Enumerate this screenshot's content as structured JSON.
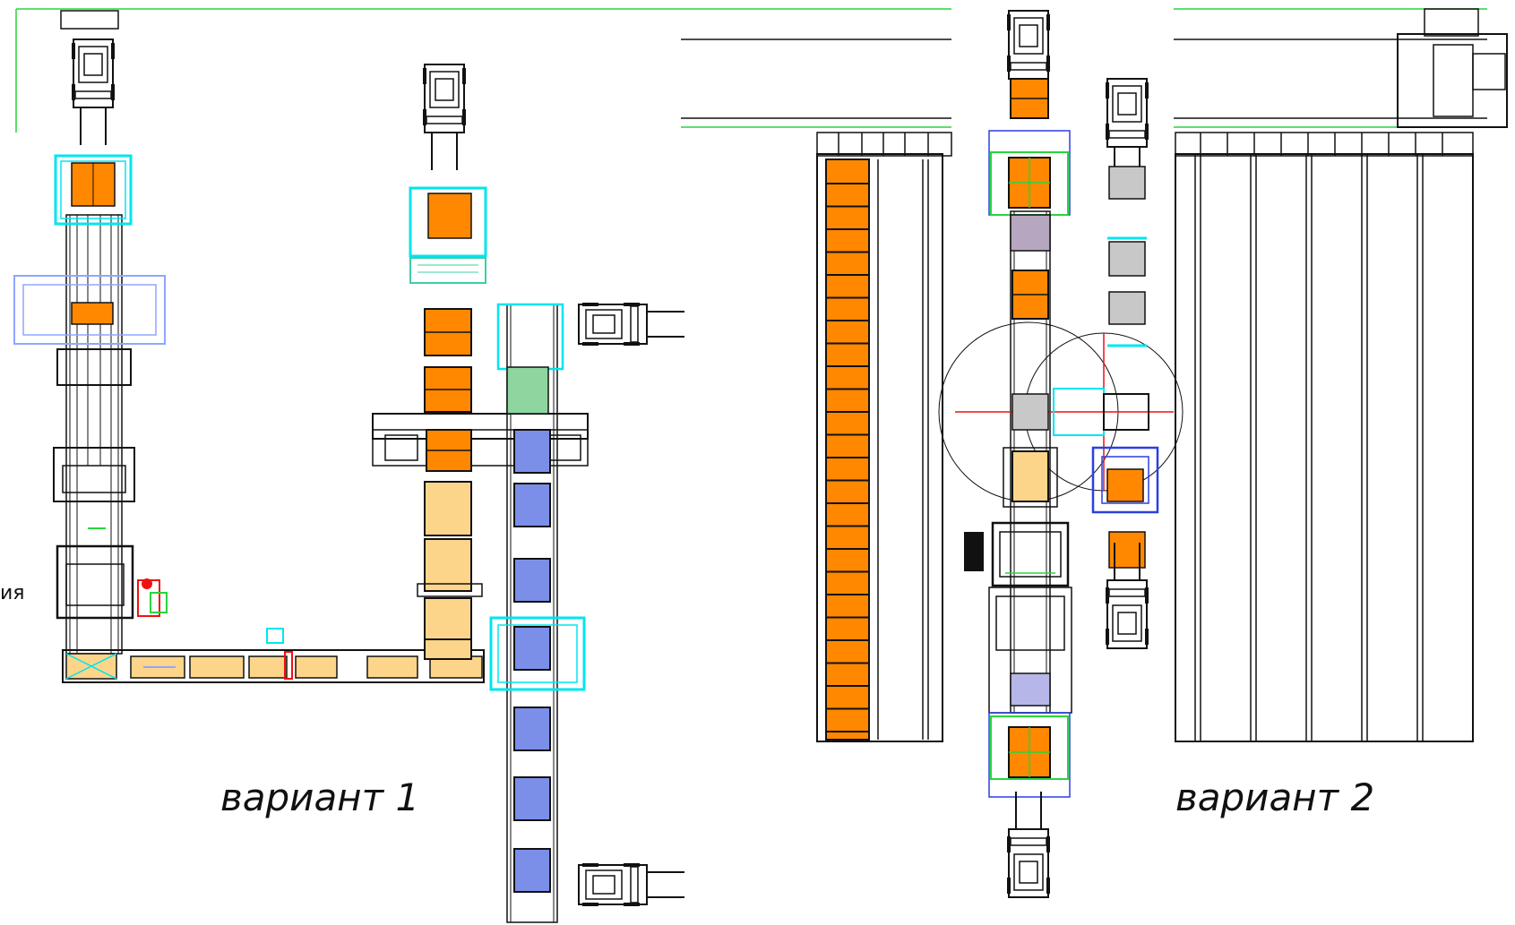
{
  "variant1": {
    "caption": "вариант 1"
  },
  "variant2": {
    "caption": "вариант 2"
  },
  "side_label": "ия",
  "colors": {
    "orange": "#ff8800",
    "light_orange": "#fdd58a",
    "blue_box": "#7b8fe8",
    "grey_box": "#c8c8c8",
    "cyan": "#00e5ee",
    "green": "#27d63c",
    "blue_outline": "#2c3fe0",
    "light_blue": "#8fa6ff",
    "red": "#ee1111",
    "line": "#111111"
  },
  "icons": [
    "forklift-icon"
  ]
}
